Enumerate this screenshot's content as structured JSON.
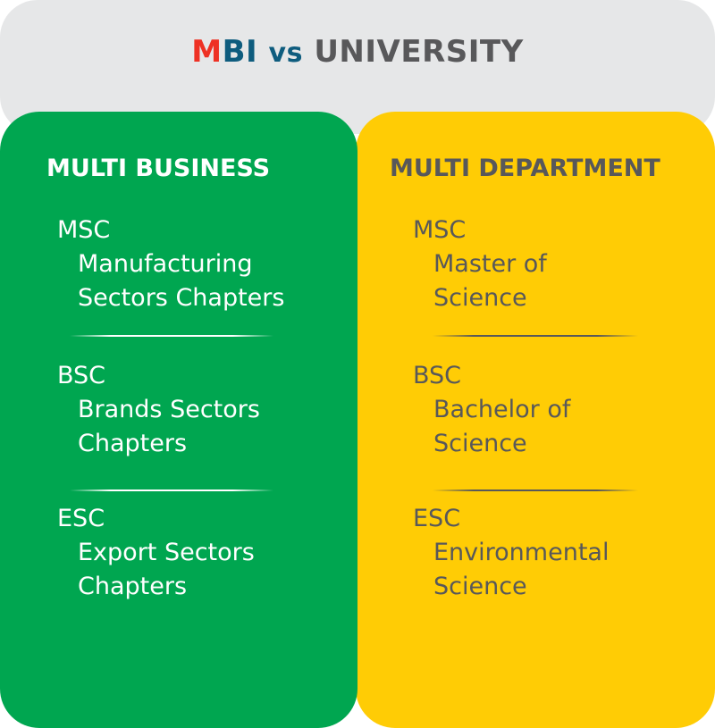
{
  "header": {
    "title_m": "M",
    "title_bi": "BI",
    "title_vs": "vs",
    "title_university": "UNIVERSITY"
  },
  "colors": {
    "green": "#00a650",
    "yellow": "#ffcc05",
    "header_bg": "#e6e7e8",
    "red": "#ee3124",
    "blue": "#0e5c7e",
    "gray_text": "#58585a"
  },
  "left": {
    "title": "MULTI BUSINESS",
    "items": [
      {
        "abbr": "MSC",
        "line1": "Manufacturing",
        "line2": "Sectors Chapters"
      },
      {
        "abbr": "BSC",
        "line1": "Brands Sectors",
        "line2": "Chapters"
      },
      {
        "abbr": "ESC",
        "line1": "Export Sectors",
        "line2": "Chapters"
      }
    ]
  },
  "right": {
    "title": "MULTI DEPARTMENT",
    "items": [
      {
        "abbr": "MSC",
        "line1": "Master of",
        "line2": "Science"
      },
      {
        "abbr": "BSC",
        "line1": "Bachelor of",
        "line2": "Science"
      },
      {
        "abbr": "ESC",
        "line1": "Environmental",
        "line2": "Science"
      }
    ]
  }
}
